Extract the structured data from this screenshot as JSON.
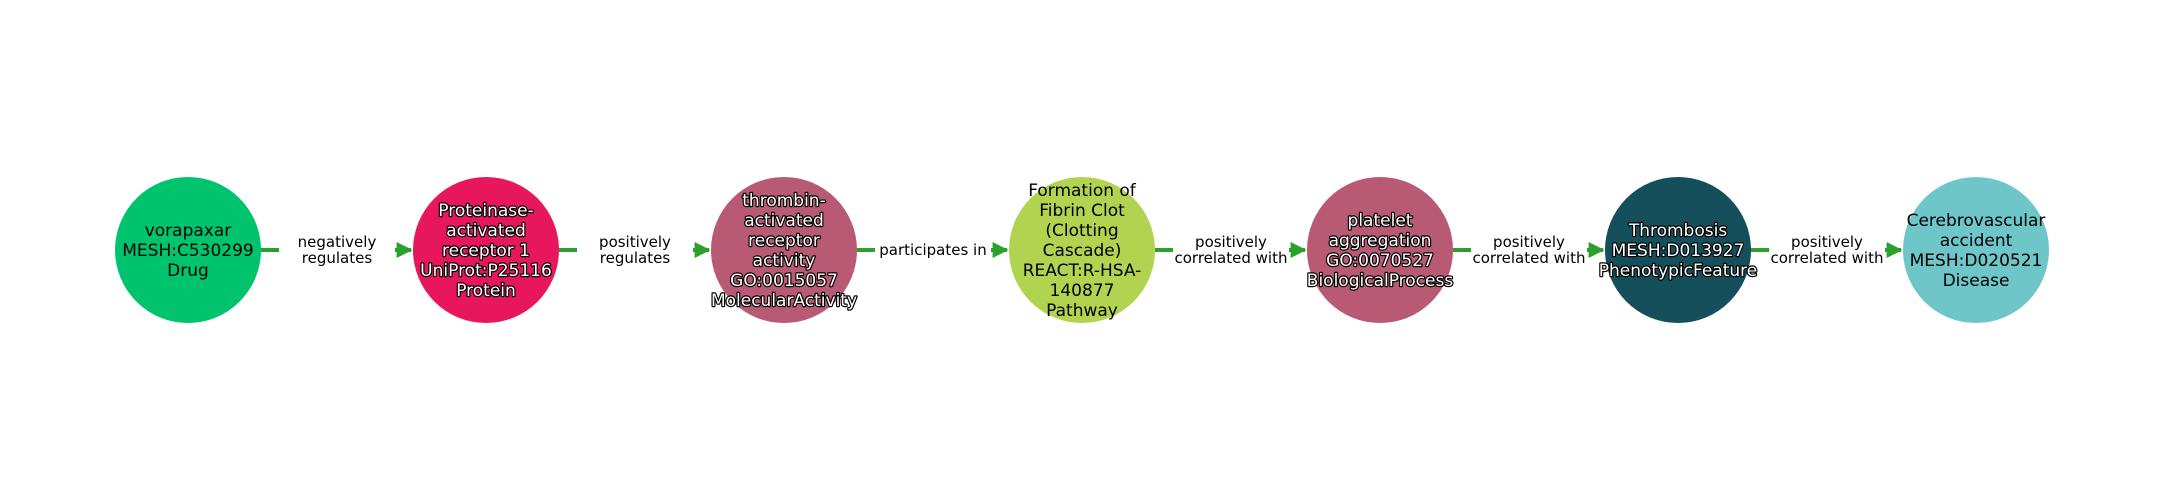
{
  "edge_color": "#2ca02c",
  "nodes": [
    {
      "lines": [
        "vorapaxar",
        "MESH:C530299",
        "Drug"
      ],
      "color": "#00c36e",
      "text_color": "#000000",
      "halo": false
    },
    {
      "lines": [
        "Proteinase-",
        "activated",
        "receptor 1",
        "UniProt:P25116",
        "Protein"
      ],
      "color": "#e8175d",
      "text_color": "#ffffff",
      "halo": true
    },
    {
      "lines": [
        "thrombin-",
        "activated",
        "receptor",
        "activity",
        "GO:0015057",
        "MolecularActivity"
      ],
      "color": "#b85a73",
      "text_color": "#ffffff",
      "halo": true
    },
    {
      "lines": [
        "Formation of",
        "Fibrin Clot",
        "(Clotting",
        "Cascade)",
        "REACT:R-HSA-",
        "140877",
        "Pathway"
      ],
      "color": "#b1d350",
      "text_color": "#000000",
      "halo": false
    },
    {
      "lines": [
        "platelet",
        "aggregation",
        "GO:0070527",
        "BiologicalProcess"
      ],
      "color": "#b85a73",
      "text_color": "#ffffff",
      "halo": true
    },
    {
      "lines": [
        "Thrombosis",
        "MESH:D013927",
        "PhenotypicFeature"
      ],
      "color": "#154f5b",
      "text_color": "#ffffff",
      "halo": true
    },
    {
      "lines": [
        "Cerebrovascular",
        "accident",
        "MESH:D020521",
        "Disease"
      ],
      "color": "#6fc6c9",
      "text_color": "#000000",
      "halo": false
    }
  ],
  "edges": [
    {
      "lines": [
        "negatively",
        "regulates"
      ]
    },
    {
      "lines": [
        "positively",
        "regulates"
      ]
    },
    {
      "lines": [
        "participates in"
      ]
    },
    {
      "lines": [
        "positively",
        "correlated with"
      ]
    },
    {
      "lines": [
        "positively",
        "correlated with"
      ]
    },
    {
      "lines": [
        "positively",
        "correlated with"
      ]
    }
  ]
}
